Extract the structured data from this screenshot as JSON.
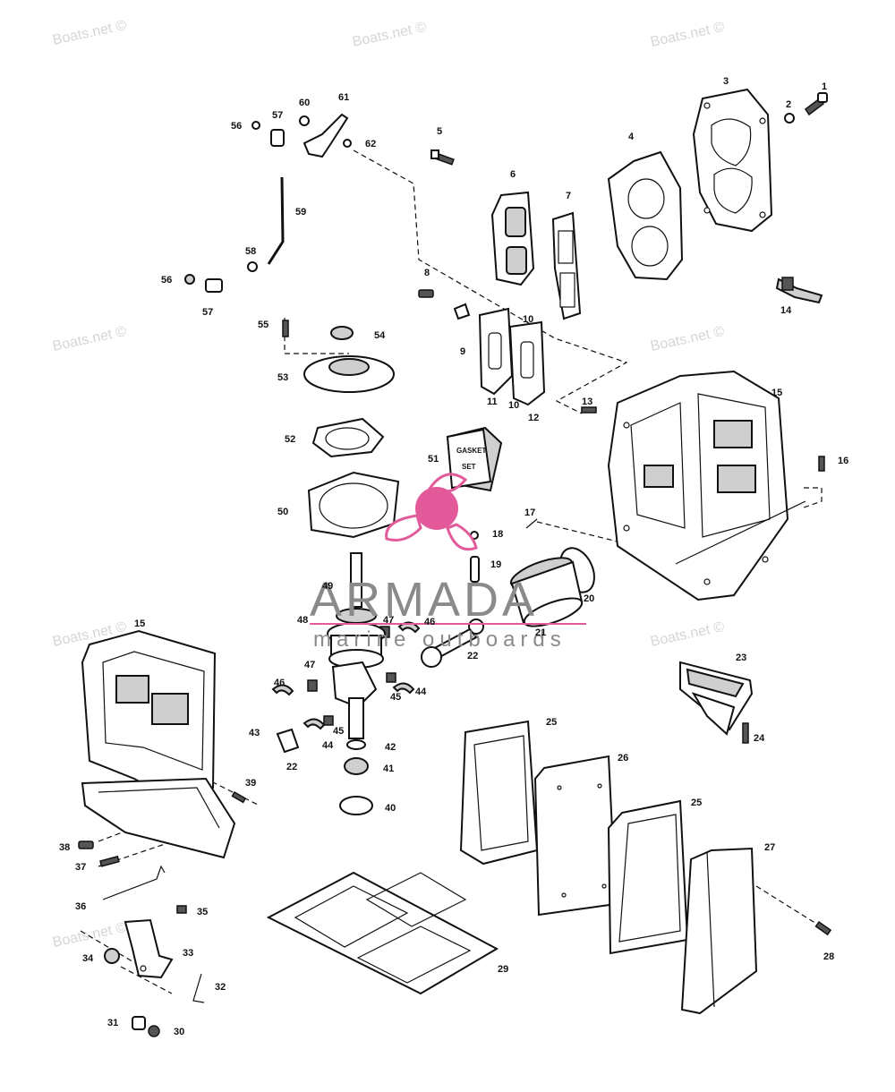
{
  "watermark": "Boats.net ©",
  "logo": {
    "name": "ARMADA",
    "tagline": "marine outboards",
    "accent": "#e35a9a"
  },
  "gasket_set": {
    "line1": "GASKET",
    "line2": "SET"
  },
  "callouts": {
    "p1": "1",
    "p2": "2",
    "p3": "3",
    "p4": "4",
    "p5": "5",
    "p6": "6",
    "p7": "7",
    "p8": "8",
    "p9": "9",
    "p10a": "10",
    "p10b": "10",
    "p11": "11",
    "p12": "12",
    "p13": "13",
    "p14": "14",
    "p15a": "15",
    "p15b": "15",
    "p16": "16",
    "p17": "17",
    "p18": "18",
    "p19": "19",
    "p20": "20",
    "p21": "21",
    "p22a": "22",
    "p22b": "22",
    "p23": "23",
    "p24": "24",
    "p25a": "25",
    "p25b": "25",
    "p26": "26",
    "p27": "27",
    "p28": "28",
    "p29": "29",
    "p30": "30",
    "p31": "31",
    "p32": "32",
    "p33": "33",
    "p34": "34",
    "p35": "35",
    "p36": "36",
    "p37": "37",
    "p38": "38",
    "p39": "39",
    "p40": "40",
    "p41": "41",
    "p42": "42",
    "p43": "43",
    "p44a": "44",
    "p44b": "44",
    "p45a": "45",
    "p45b": "45",
    "p46a": "46",
    "p46b": "46",
    "p47a": "47",
    "p47b": "47",
    "p48": "48",
    "p49": "49",
    "p50": "50",
    "p51": "51",
    "p52": "52",
    "p53": "53",
    "p54": "54",
    "p55": "55",
    "p56a": "56",
    "p56b": "56",
    "p57a": "57",
    "p57b": "57",
    "p58": "58",
    "p59": "59",
    "p60": "60",
    "p61": "61",
    "p62": "62"
  }
}
